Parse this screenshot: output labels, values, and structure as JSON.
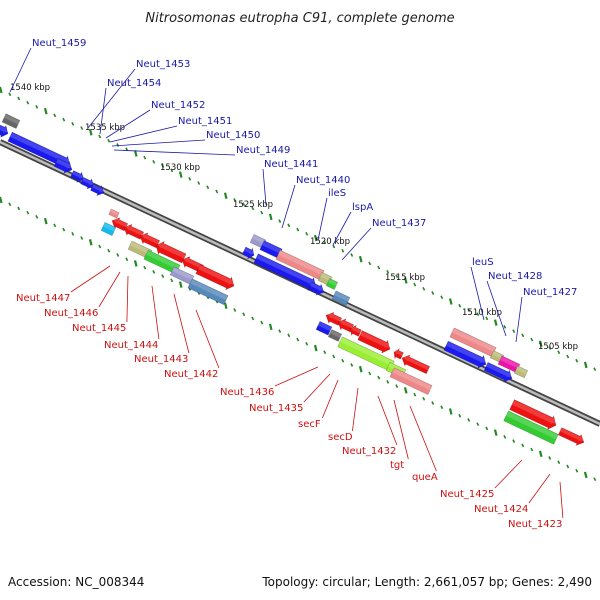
{
  "title": "Nitrosomonas eutropha C91, complete genome",
  "footer": {
    "accession": "Accession: NC_008344",
    "topology": "Topology: circular; Length: 2,661,057 bp; Genes: 2,490"
  },
  "ruler": [
    {
      "label": "1540 kbp"
    },
    {
      "label": "1535 kbp"
    },
    {
      "label": "1530 kbp"
    },
    {
      "label": "1525 kbp"
    },
    {
      "label": "1520 kbp"
    },
    {
      "label": "1515 kbp"
    },
    {
      "label": "1510 kbp"
    },
    {
      "label": "1505 kbp"
    }
  ],
  "top_labels": [
    "Neut_1459",
    "Neut_1453",
    "Neut_1454",
    "Neut_1452",
    "Neut_1451",
    "Neut_1450",
    "Neut_1449",
    "Neut_1441",
    "Neut_1440",
    "ileS",
    "lspA",
    "Neut_1437",
    "leuS",
    "Neut_1428",
    "Neut_1427"
  ],
  "bottom_labels": [
    "Neut_1447",
    "Neut_1446",
    "Neut_1445",
    "Neut_1444",
    "Neut_1443",
    "Neut_1442",
    "Neut_1436",
    "Neut_1435",
    "secF",
    "secD",
    "Neut_1432",
    "tgt",
    "queA",
    "Neut_1425",
    "Neut_1424",
    "Neut_1423"
  ],
  "colors": {
    "blue": "#1a1aee",
    "red": "#ee1111",
    "pink": "#ee8888",
    "green": "#33cc33",
    "lime": "#99ee33",
    "steel": "#5588bb",
    "olive": "#bbbb77",
    "magenta": "#ee11aa",
    "gray": "#666666",
    "lavender": "#9999cc",
    "cyan": "#11bbee",
    "top_label": "#1a1aa8",
    "bottom_label": "#cc1111",
    "tick": "#228822"
  }
}
